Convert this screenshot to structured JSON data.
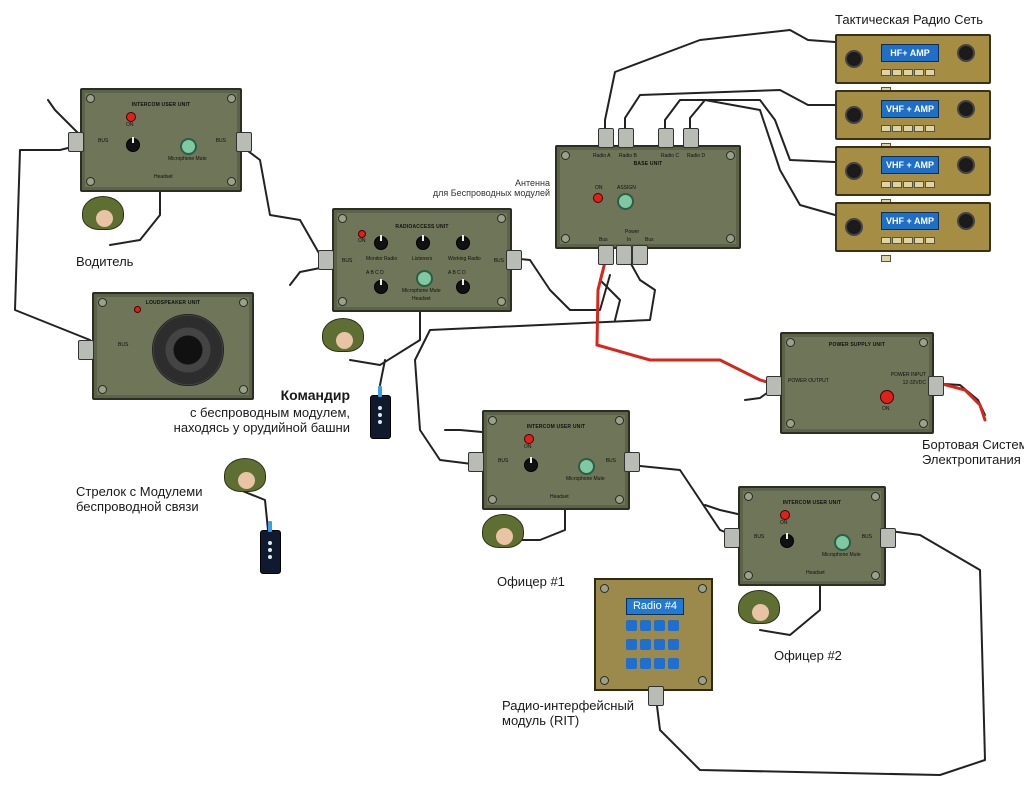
{
  "colors": {
    "unit_panel": "#6f7558",
    "radio_panel": "#a58e43",
    "display_blue": "#1f6fc9",
    "cable": "#222222",
    "power_cable": "#d8261b",
    "led_red": "#e0201c",
    "button_green": "#7ec8a2"
  },
  "labels": {
    "tactical_network": "Тактическая Радио Сеть",
    "driver": "Водитель",
    "commander_title": "Командир",
    "commander_line2": "с беспроводным модулем,",
    "commander_line3": "находясь у орудийной башни",
    "gunner_line1": "Стрелок с Модулеми",
    "gunner_line2": "беспроводной связи",
    "officer1": "Офицер #1",
    "officer2": "Офицер #2",
    "rit_line1": "Радио-интерфейсный",
    "rit_line2": "модуль (RIT)",
    "onboard_power_line1": "Бортовая Система",
    "onboard_power_line2": "Электропитания",
    "antenna_line1": "Антенна",
    "antenna_line2": "для Беспроводных модулей"
  },
  "units": {
    "intercom_1": {
      "title": "INTERCOM USER UNIT",
      "on": "ON",
      "mute": "Microphone Mute",
      "headset": "Headset",
      "bus_left": "BUS",
      "bus_right": "BUS"
    },
    "loudspeaker": {
      "title": "LOUDSPEAKER UNIT",
      "bus": "BUS"
    },
    "radioaccess": {
      "title": "RADIOACCESS UNIT",
      "on": "ON",
      "monitor": "Monitor Radio",
      "listeners": "Listeners",
      "working": "Working Radio",
      "mute": "Microphone Mute",
      "headset": "Headset",
      "bus_left": "BUS",
      "bus_right": "BUS",
      "abcd1": "A B C D",
      "abcd2": "A B C D"
    },
    "base": {
      "title": "BASE UNIT",
      "on": "ON",
      "assign": "ASSIGN",
      "radio_a": "Radio A",
      "radio_b": "Radio B",
      "radio_c": "Radio C",
      "radio_d": "Radio D",
      "power": "Power",
      "bus_left": "Bus",
      "in": "In",
      "bus_right": "Bus"
    },
    "power_supply": {
      "title": "POWER SUPPLY UNIT",
      "output": "POWER OUTPUT",
      "input": "POWER INPUT",
      "voltage": "12-32VDC",
      "on": "ON"
    },
    "intercom_2": {
      "title": "INTERCOM USER UNIT",
      "on": "ON",
      "mute": "Microphone Mute",
      "headset": "Headset",
      "bus_left": "BUS",
      "bus_right": "BUS"
    },
    "intercom_3": {
      "title": "INTERCOM USER UNIT",
      "on": "ON",
      "mute": "Microphone Mute",
      "headset": "Headset",
      "bus_left": "BUS",
      "bus_right": "BUS"
    }
  },
  "radios": [
    {
      "display": "HF+ AMP"
    },
    {
      "display": "VHF + AMP"
    },
    {
      "display": "VHF + AMP"
    },
    {
      "display": "VHF + AMP"
    }
  ],
  "rit": {
    "display": "Radio #4"
  }
}
